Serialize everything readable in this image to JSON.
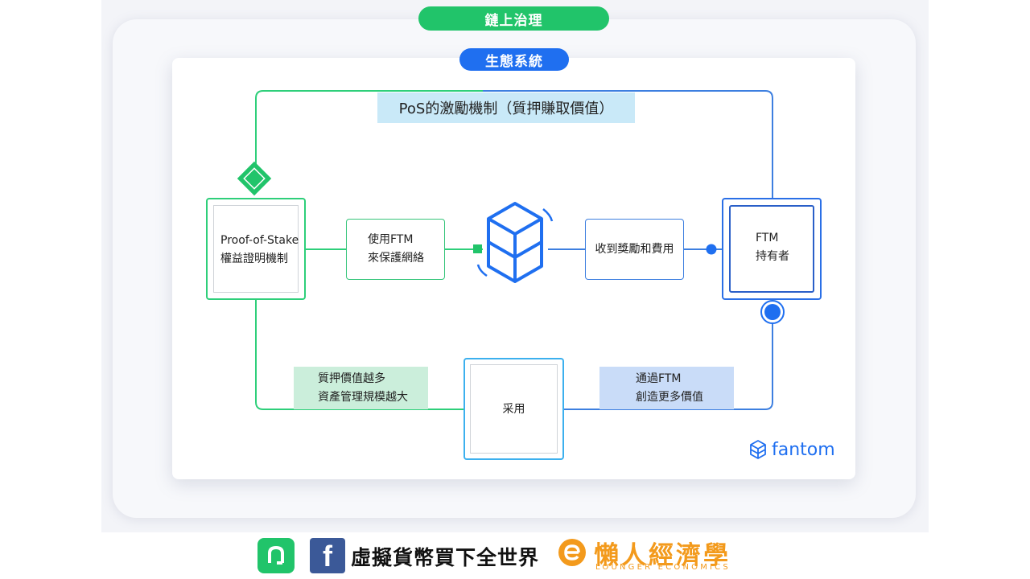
{
  "header": {
    "governance_label": "鏈上治理",
    "ecosystem_label": "生態系統"
  },
  "diagram": {
    "banner": "PoS的激勵機制（質押賺取價值）",
    "proof_of_stake": {
      "line1": "Proof-of-Stake",
      "line2": "權益證明機制"
    },
    "secure_network": {
      "line1": "使用FTM",
      "line2": "來保護網絡"
    },
    "rewards": {
      "line1": "收到獎勵和費用"
    },
    "ftm_holder": {
      "line1": "FTM",
      "line2": "持有者"
    },
    "adoption": {
      "line1": "采用"
    },
    "staking_growth": {
      "line1": "質押價值越多",
      "line2": "資產管理規模越大"
    },
    "value_creation": {
      "line1": "通過FTM",
      "line2": "創造更多價值"
    },
    "brand": "fantom"
  },
  "colors": {
    "green": "#21c46a",
    "blue": "#1f6ff0",
    "light_blue": "#3cb0ee",
    "banner_bg": "#c9e9f8",
    "green_tag_bg": "#cbeedb",
    "blue_tag_bg": "#c9dcf8"
  },
  "footer": {
    "app_icon": "app-icon",
    "facebook_icon": "facebook-icon",
    "slogan": "虛擬貨幣買下全世界",
    "logo_title": "懶人經濟學",
    "logo_subtitle": "LOUNGER ECONOMICS"
  }
}
